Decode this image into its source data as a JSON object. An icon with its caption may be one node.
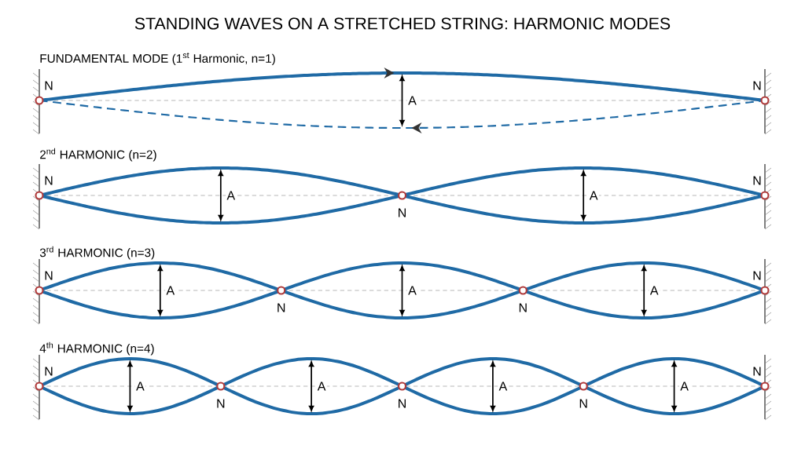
{
  "diagram": {
    "title": "STANDING WAVES ON A STRETCHED STRING: HARMONIC MODES",
    "labels": [
      "FUNDAMENTAL MODE (1$^{st}$ Harmonic, n=1)",
      "N",
      "A",
      "N",
      "2$^{nd}$ HARMONIC (n=2)",
      "N",
      "A",
      "N",
      "A",
      "N",
      "3$^{rd}$ HARMONIC (n=3)",
      "N",
      "A",
      "N",
      "A",
      "N",
      "A",
      "N",
      "4$^{th}$ HARMONIC (n=4)",
      "N",
      "A",
      "N",
      "A",
      "N",
      "A",
      "N",
      "A",
      "N"
    ]
  }
}
